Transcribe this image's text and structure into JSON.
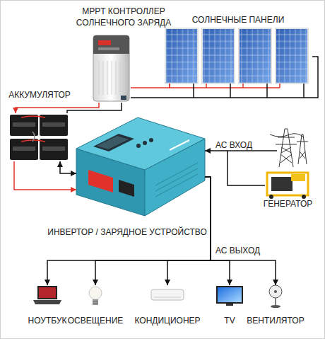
{
  "diagram": {
    "nodes": [
      {
        "text": [
          "MPPT КОНТРОЛЛЕР СОЛНЕЧНОГО ЗАРЯДА"
        ]
      },
      {
        "text": [
          "СОЛНЕЧНЫЕ ПАНЕЛИ"
        ]
      },
      {
        "text": [
          "АККУМУЛЯТОР"
        ]
      },
      {
        "text": [
          "ИНВЕРТОР / ЗАРЯДНОЕ УСТРОЙСТВО"
        ]
      },
      {
        "text": [
          "ГЕНЕРАТОР"
        ]
      },
      {
        "text": [
          "НОУТБУК"
        ]
      },
      {
        "text": [
          "ОСВЕЩЕНИЕ"
        ]
      },
      {
        "text": [
          "КОНДИЦИОНЕР"
        ]
      },
      {
        "text": [
          "TV"
        ]
      },
      {
        "text": [
          "ВЕНТИЛЯТОР"
        ]
      }
    ],
    "edges": [
      {
        "from": 1,
        "to": 0,
        "arrow": "none"
      },
      {
        "from": 1,
        "to": 0,
        "arrow": "none"
      },
      {
        "from": 0,
        "to": 2,
        "arrow": "to"
      },
      {
        "from": 0,
        "to": 2,
        "arrow": "none"
      },
      {
        "from": 2,
        "to": 3,
        "arrow": "to"
      },
      {
        "from": 2,
        "to": 3,
        "arrow": "both"
      },
      {
        "from": 4,
        "to": 3,
        "arrow": "to",
        "label": "АС ВХОД"
      },
      {
        "from": 3,
        "to": 5,
        "arrow": "to"
      },
      {
        "from": 3,
        "to": 6,
        "arrow": "to"
      },
      {
        "from": 3,
        "to": 7,
        "arrow": "to"
      },
      {
        "from": 3,
        "to": 8,
        "arrow": "to",
        "label": "АС ВЫХОД"
      },
      {
        "from": 3,
        "to": 9,
        "arrow": "to"
      }
    ]
  }
}
